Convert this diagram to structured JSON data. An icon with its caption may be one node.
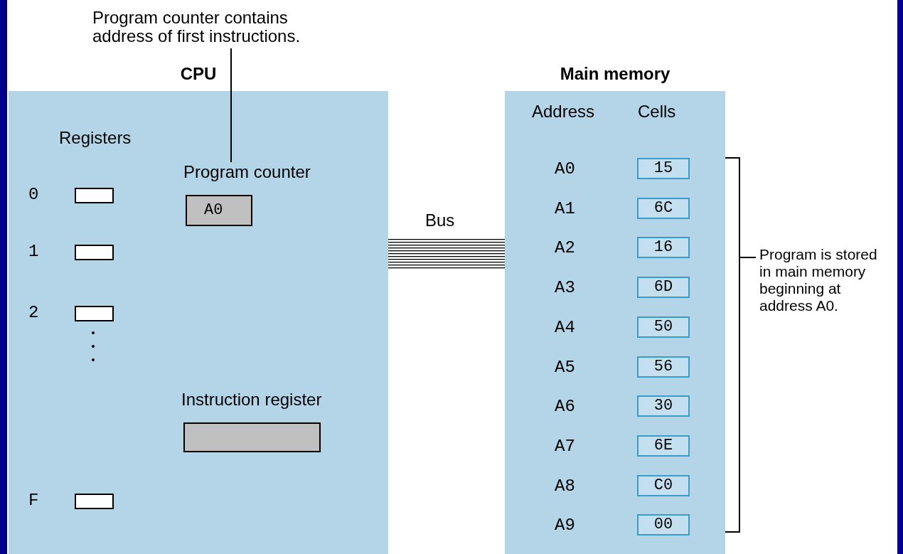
{
  "diagram": {
    "nodes": [
      {
        "text": [
          "Program counter contains address of first instructions."
        ]
      },
      {
        "text": [
          "CPU"
        ]
      },
      {
        "text": [],
        "shape": "box",
        "in": 1,
        "beside": [
          "0"
        ]
      },
      {
        "text": [],
        "shape": "box",
        "in": 1,
        "beside": [
          "1"
        ]
      },
      {
        "text": [],
        "shape": "box",
        "in": 1,
        "beside": [
          "2"
        ]
      },
      {
        "text": [],
        "shape": "box",
        "in": 1,
        "beside": [
          "F"
        ]
      },
      {
        "text": [
          "Program counter",
          "A0"
        ],
        "in": 1
      },
      {
        "text": [
          "Instruction register"
        ],
        "in": 1
      },
      {
        "text": [
          "Main memory"
        ]
      },
      {
        "text": [
          "15"
        ],
        "in": 8,
        "beside": [
          "A0"
        ]
      },
      {
        "text": [
          "6C"
        ],
        "in": 8,
        "beside": [
          "A1"
        ]
      },
      {
        "text": [
          "16"
        ],
        "in": 8,
        "beside": [
          "A2"
        ]
      },
      {
        "text": [
          "6D"
        ],
        "in": 8,
        "beside": [
          "A3"
        ]
      },
      {
        "text": [
          "50"
        ],
        "in": 8,
        "beside": [
          "A4"
        ]
      },
      {
        "text": [
          "56"
        ],
        "in": 8,
        "beside": [
          "A5"
        ]
      },
      {
        "text": [
          "30"
        ],
        "in": 8,
        "beside": [
          "A6"
        ]
      },
      {
        "text": [
          "6E"
        ],
        "in": 8,
        "beside": [
          "A7"
        ]
      },
      {
        "text": [
          "C0"
        ],
        "in": 8,
        "beside": [
          "A8"
        ]
      },
      {
        "text": [
          "00"
        ],
        "in": 8,
        "beside": [
          "A9"
        ]
      }
    ],
    "edges": [
      {
        "from": 0,
        "to": 6,
        "arrow": "none"
      },
      {
        "from": 1,
        "to": 8,
        "arrow": "none",
        "label": "Bus",
        "style": "thick"
      }
    ],
    "labels": [
      "Registers",
      "Address",
      "Cells",
      "Program is stored in main memory beginning at address A0."
    ]
  }
}
